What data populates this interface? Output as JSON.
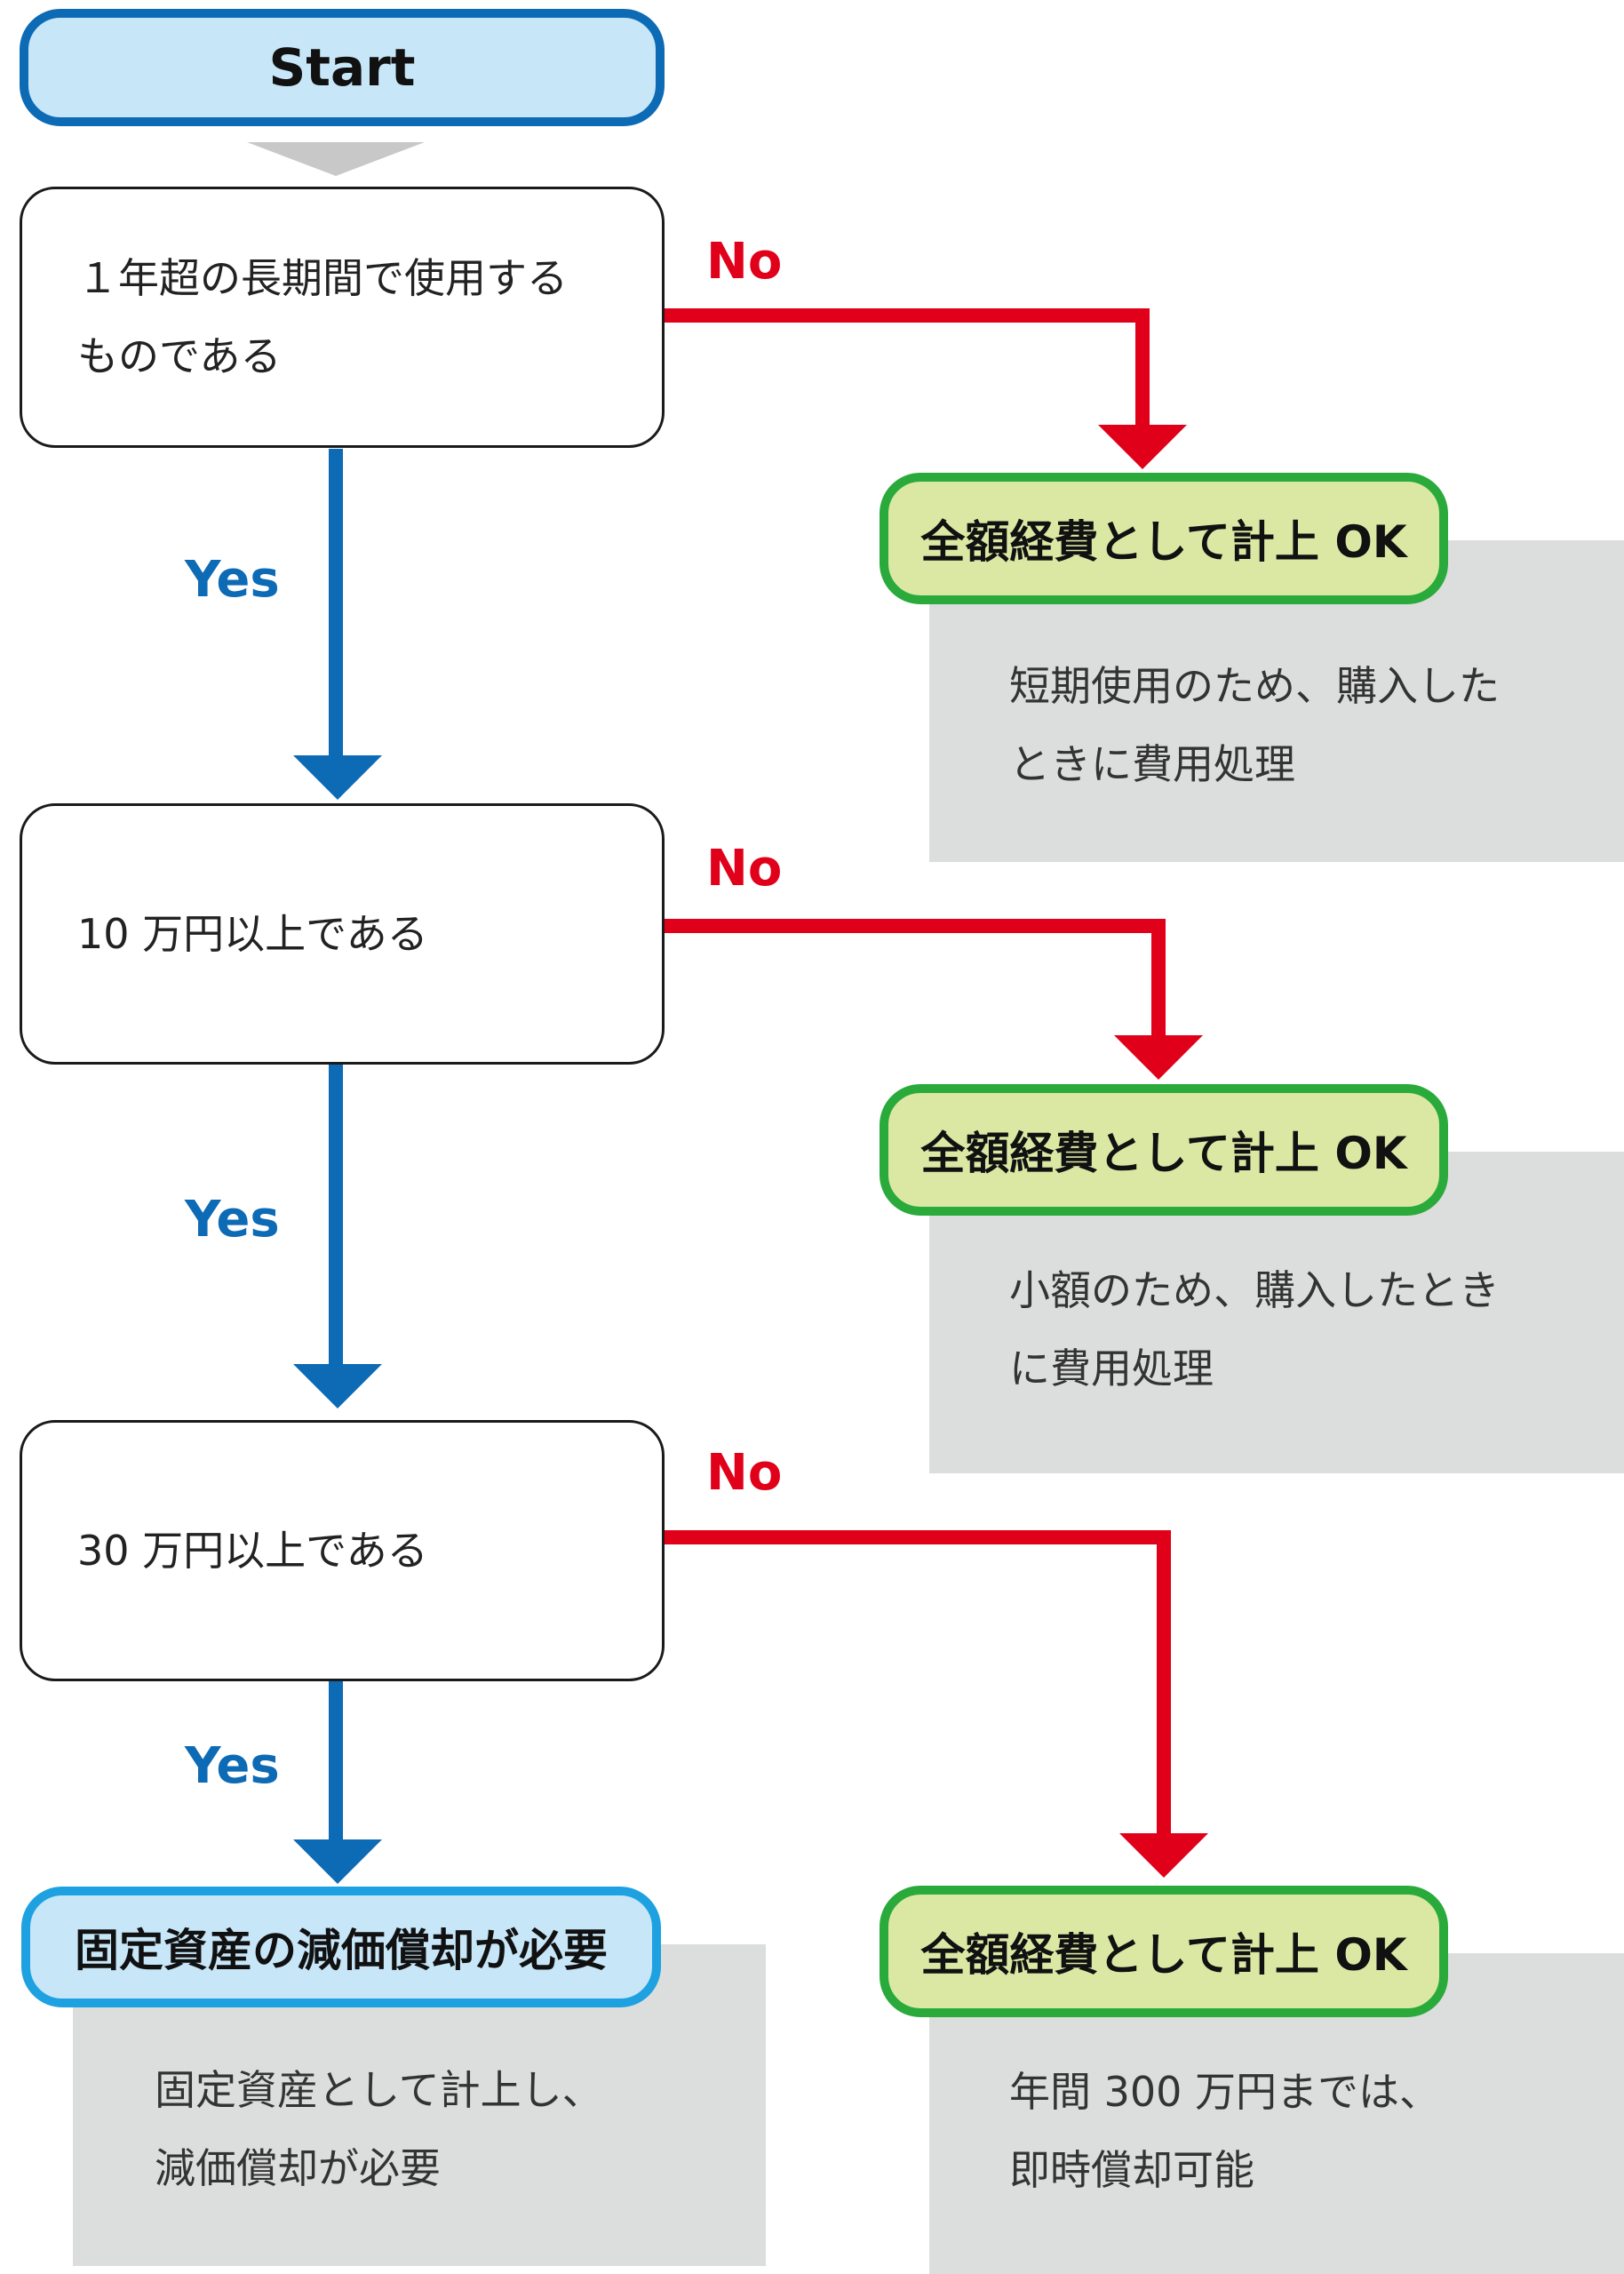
{
  "start": {
    "label": "Start"
  },
  "questions": [
    {
      "lines": [
        "１年超の長期間で使用する",
        "ものである"
      ]
    },
    {
      "lines": [
        "10 万円以上である"
      ]
    },
    {
      "lines": [
        "30 万円以上である"
      ]
    }
  ],
  "branch_labels": {
    "yes": "Yes",
    "no": "No"
  },
  "results": [
    {
      "title": "全額経費として計上 OK",
      "note": [
        "短期使用のため、購入した",
        "ときに費用処理"
      ]
    },
    {
      "title": "全額経費として計上 OK",
      "note": [
        "小額のため、購入したとき",
        "に費用処理"
      ]
    },
    {
      "title": "全額経費として計上 OK",
      "note": [
        "年間 300 万円までは、",
        "即時償却可能"
      ]
    }
  ],
  "final": {
    "title": "固定資産の減価償却が必要",
    "note": [
      "固定資産として計上し、",
      "減価償却が必要"
    ]
  },
  "colors": {
    "yes_arrow": "#0d6ab5",
    "no_arrow": "#e0001a",
    "start_fill": "#c7e6f8",
    "start_border": "#0d6ab5",
    "result_fill": "#dbe8a4",
    "result_border": "#2aaa3a",
    "final_border": "#1ea1e0",
    "note_fill": "#dcdddd"
  }
}
